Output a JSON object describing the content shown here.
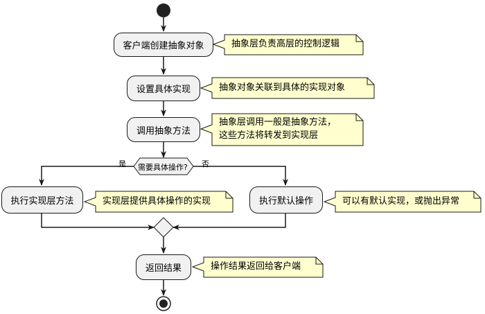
{
  "activities": {
    "create": "客户端创建抽象对象",
    "set_impl": "设置具体实现",
    "call_method": "调用抽象方法",
    "exec_impl": "执行实现层方法",
    "exec_default": "执行默认操作",
    "return_result": "返回结果"
  },
  "notes": {
    "create": "抽象层负责高层的控制逻辑",
    "set_impl": "抽象对象关联到具体的实现对象",
    "call_method_line1": "抽象层调用一般是抽象方法，",
    "call_method_line2": "这些方法将转发到实现层",
    "exec_impl": "实现层提供具体操作的实现",
    "exec_default": "可以有默认实现，或抛出异常",
    "return_result": "操作结果返回给客户端"
  },
  "decision": {
    "question": "需要具体操作?",
    "yes_label": "是",
    "no_label": "否"
  },
  "colors": {
    "activity_fill": "#f1f1f1",
    "note_fill": "#fefece",
    "line": "#181818"
  }
}
